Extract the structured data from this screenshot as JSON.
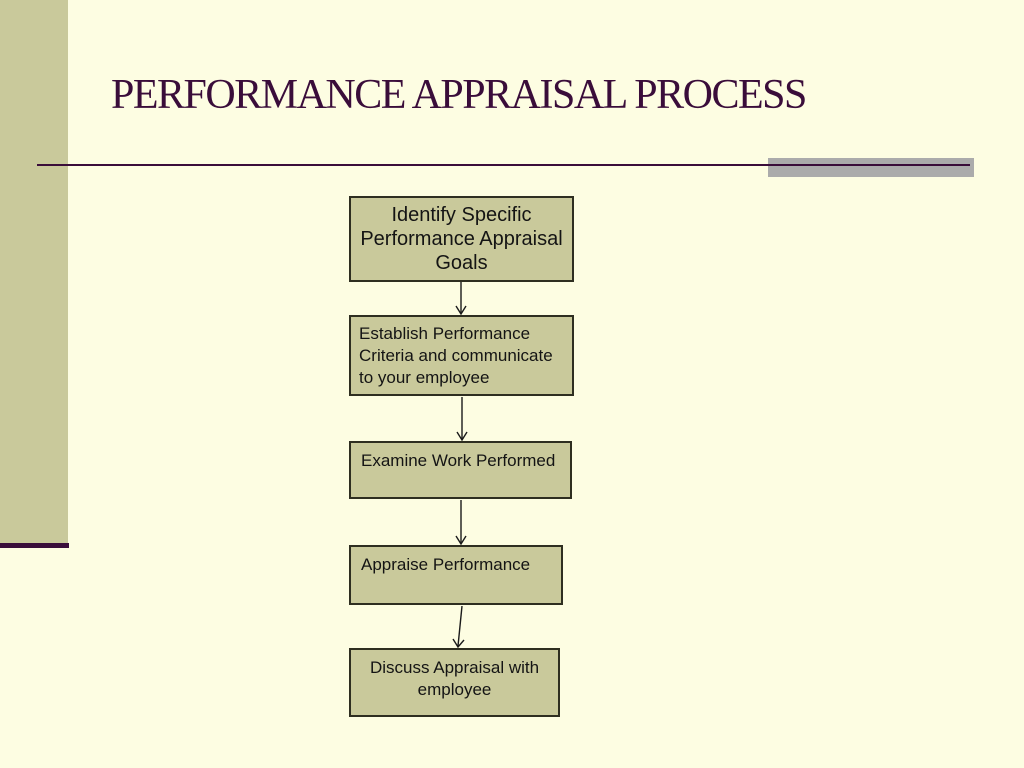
{
  "slide": {
    "title": "PERFORMANCE APPRAISAL PROCESS"
  },
  "colors": {
    "background": "#FDFDE2",
    "accent_bar": "#C9C99B",
    "accent_bar_underline": "#3A0D3A",
    "title_text": "#3A0D3A",
    "title_rule": "#3A0D3A",
    "gray_bar": "#ABABAB",
    "box_fill": "#C9C99B",
    "box_border": "#2E2E20",
    "box_text": "#141414",
    "arrow": "#1A1A1A"
  },
  "flowchart": {
    "steps": [
      {
        "label": "Identify Specific Performance Appraisal Goals"
      },
      {
        "label": "Establish Performance Criteria and communicate to your employee"
      },
      {
        "label": "Examine Work Performed"
      },
      {
        "label": "Appraise Performance"
      },
      {
        "label": "Discuss Appraisal with employee"
      }
    ]
  }
}
